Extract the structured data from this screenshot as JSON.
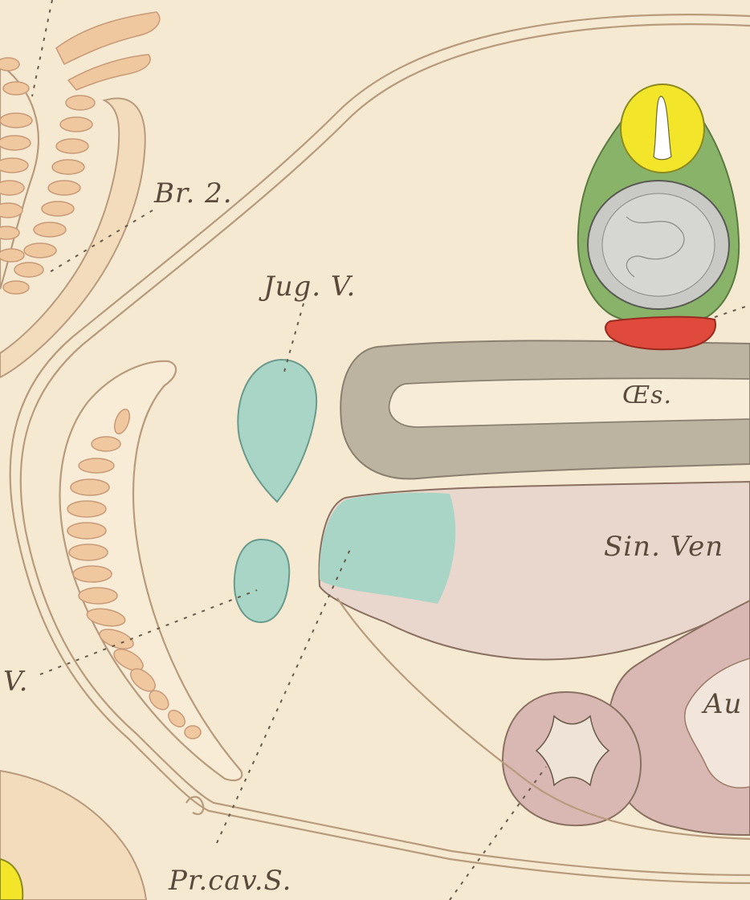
{
  "plate": {
    "background": "#f6e9d2",
    "labels": {
      "br2": "Br. 2.",
      "jug_v": "Jug. V.",
      "oes": "Œs.",
      "sin_ven": "Sin. Ven",
      "au": "Au",
      "v": "V.",
      "pr_cav_s": "Pr.cav.S."
    },
    "colors": {
      "vein": "#a8d5c6",
      "notochord": "#f3e62a",
      "neural_tube": "#8ab36a",
      "aorta": "#e04a3c",
      "oesophagus": "#a8a08c",
      "heart": "#d9b8b4",
      "cartilage": "#f0c8a0",
      "outline": "#b89a7c"
    }
  }
}
